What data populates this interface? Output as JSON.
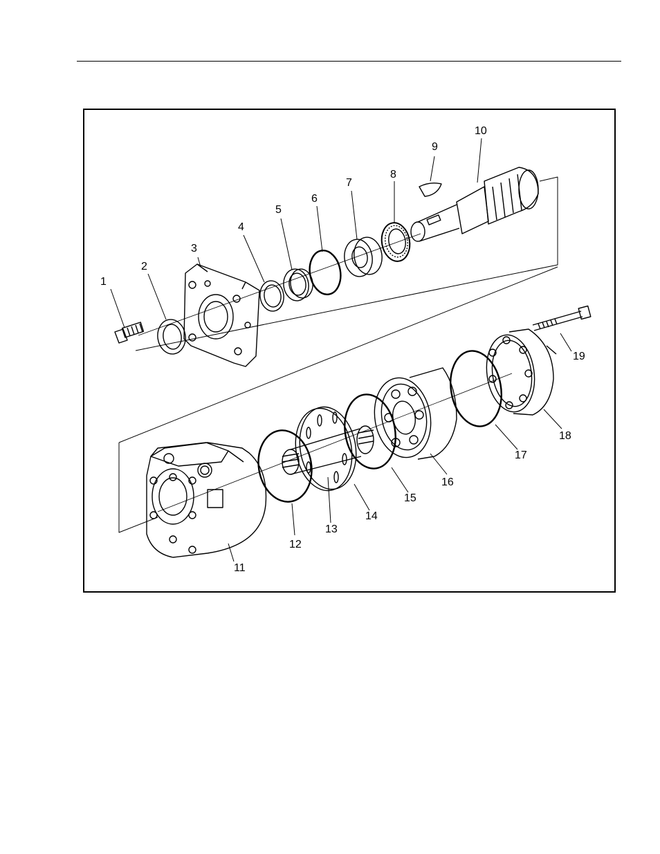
{
  "figure": {
    "callouts": {
      "c1": "1",
      "c2": "2",
      "c3": "3",
      "c4": "4",
      "c5": "5",
      "c6": "6",
      "c7": "7",
      "c8": "8",
      "c9": "9",
      "c10": "10",
      "c11": "11",
      "c12": "12",
      "c13": "13",
      "c14": "14",
      "c15": "15",
      "c16": "16",
      "c17": "17",
      "c18": "18",
      "c19": "19"
    }
  }
}
